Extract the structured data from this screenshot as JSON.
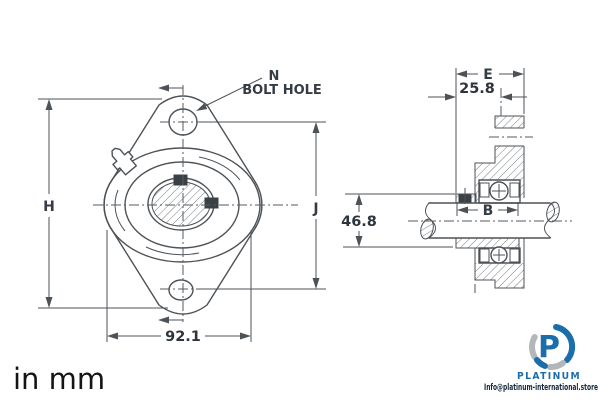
{
  "drawing": {
    "units_label": "in mm",
    "front_view": {
      "bolt_hole_callout": {
        "symbol": "N",
        "label": "BOLT HOLE"
      },
      "dimensions": {
        "height": "H",
        "bolt_center_distance": "J",
        "flange_width": "92.1"
      }
    },
    "side_view": {
      "dimensions": {
        "housing_width": "E",
        "center_offset": "25.8",
        "collar_diameter": "46.8",
        "inner_ring_width": "B"
      }
    },
    "colors": {
      "line": "#4d5257",
      "label_text": "#363c44"
    }
  },
  "branding": {
    "logo_monogram": "P",
    "logo_text": "PLATINUM",
    "website": "Info@platinum-international.store",
    "colors": {
      "blue": "#1c6dab",
      "gray": "#b4b7ba",
      "text_dark": "#15273c"
    }
  }
}
